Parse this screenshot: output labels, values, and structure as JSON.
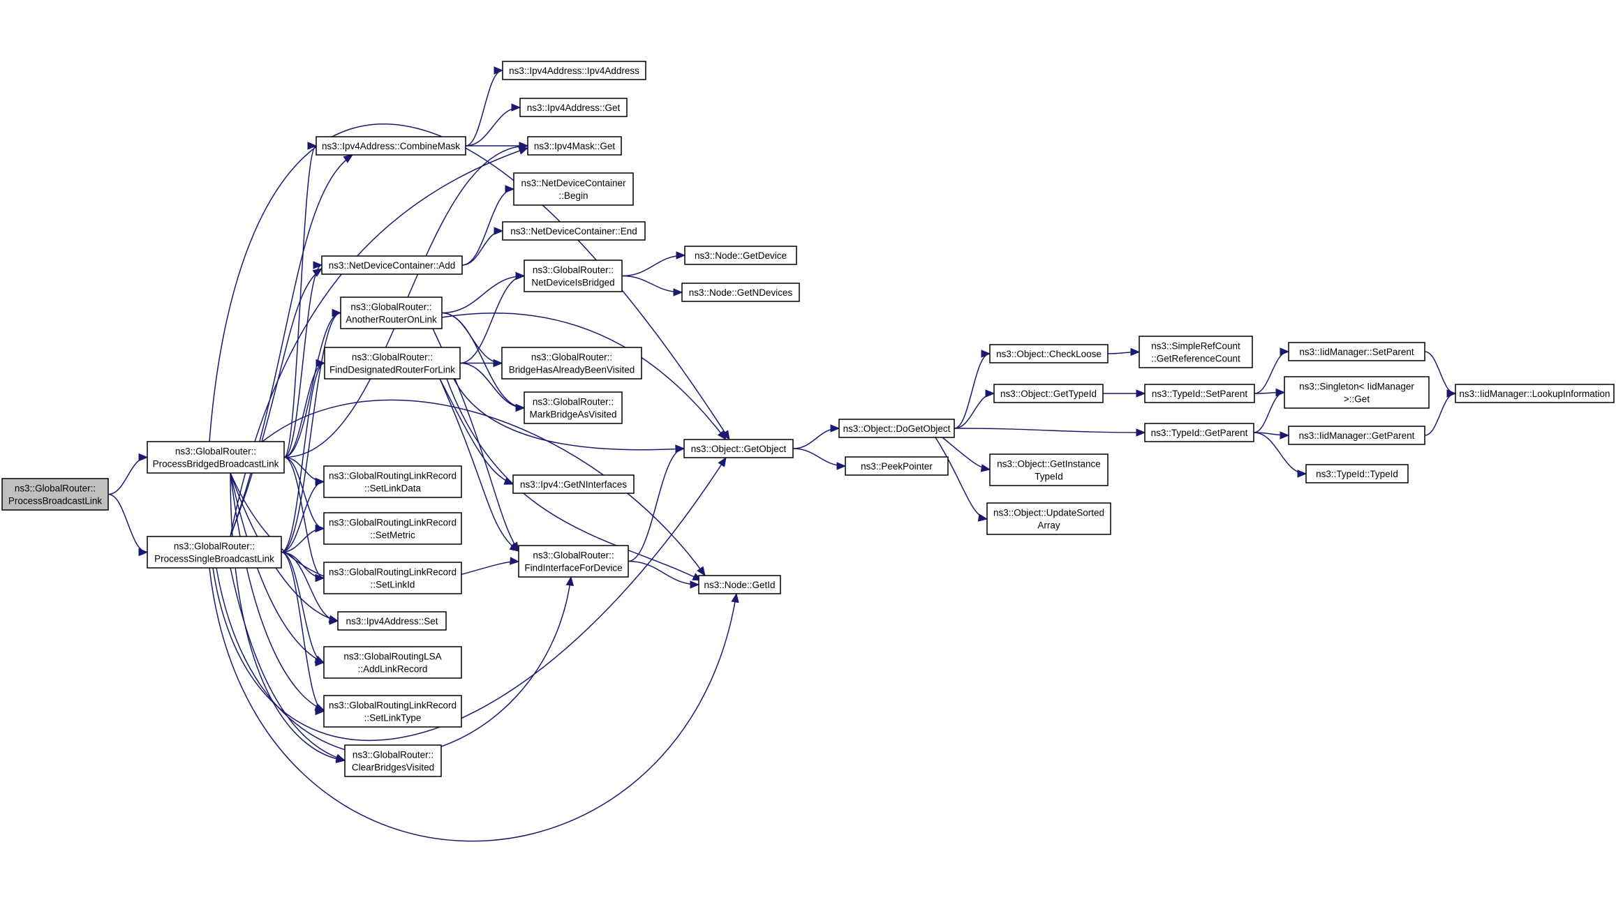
{
  "root": "n_root",
  "colors": {
    "edge": "#191970",
    "root_fill": "#bfbfbf",
    "node_fill": "#ffffff",
    "border": "#000000"
  },
  "nodes": [
    {
      "id": "n_root",
      "lines": [
        "ns3::GlobalRouter::",
        "ProcessBroadcastLink"
      ]
    },
    {
      "id": "n_pbbl",
      "lines": [
        "ns3::GlobalRouter::",
        "ProcessBridgedBroadcastLink"
      ]
    },
    {
      "id": "n_psbl",
      "lines": [
        "ns3::GlobalRouter::",
        "ProcessSingleBroadcastLink"
      ]
    },
    {
      "id": "n_ipv4_ctor",
      "lines": [
        "ns3::Ipv4Address::Ipv4Address"
      ]
    },
    {
      "id": "n_ipv4_get",
      "lines": [
        "ns3::Ipv4Address::Get"
      ]
    },
    {
      "id": "n_combine",
      "lines": [
        "ns3::Ipv4Address::CombineMask"
      ]
    },
    {
      "id": "n_mask_get",
      "lines": [
        "ns3::Ipv4Mask::Get"
      ]
    },
    {
      "id": "n_ndc_begin",
      "lines": [
        "ns3::NetDeviceContainer",
        "::Begin"
      ]
    },
    {
      "id": "n_ndc_end",
      "lines": [
        "ns3::NetDeviceContainer::End"
      ]
    },
    {
      "id": "n_ndc_add",
      "lines": [
        "ns3::NetDeviceContainer::Add"
      ]
    },
    {
      "id": "n_netdev_bridged",
      "lines": [
        "ns3::GlobalRouter::",
        "NetDeviceIsBridged"
      ]
    },
    {
      "id": "n_node_getdevice",
      "lines": [
        "ns3::Node::GetDevice"
      ]
    },
    {
      "id": "n_node_getndevices",
      "lines": [
        "ns3::Node::GetNDevices"
      ]
    },
    {
      "id": "n_another",
      "lines": [
        "ns3::GlobalRouter::",
        "AnotherRouterOnLink"
      ]
    },
    {
      "id": "n_finddr",
      "lines": [
        "ns3::GlobalRouter::",
        "FindDesignatedRouterForLink"
      ]
    },
    {
      "id": "n_bridge_visited",
      "lines": [
        "ns3::GlobalRouter::",
        "BridgeHasAlreadyBeenVisited"
      ]
    },
    {
      "id": "n_mark_bridge",
      "lines": [
        "ns3::GlobalRouter::",
        "MarkBridgeAsVisited"
      ]
    },
    {
      "id": "n_getobject",
      "lines": [
        "ns3::Object::GetObject"
      ]
    },
    {
      "id": "n_getnif",
      "lines": [
        "ns3::Ipv4::GetNInterfaces"
      ]
    },
    {
      "id": "n_set_linkdata",
      "lines": [
        "ns3::GlobalRoutingLinkRecord",
        "::SetLinkData"
      ]
    },
    {
      "id": "n_set_metric",
      "lines": [
        "ns3::GlobalRoutingLinkRecord",
        "::SetMetric"
      ]
    },
    {
      "id": "n_set_linkid",
      "lines": [
        "ns3::GlobalRoutingLinkRecord",
        "::SetLinkId"
      ]
    },
    {
      "id": "n_findif",
      "lines": [
        "ns3::GlobalRouter::",
        "FindInterfaceForDevice"
      ]
    },
    {
      "id": "n_node_getid",
      "lines": [
        "ns3::Node::GetId"
      ]
    },
    {
      "id": "n_ipv4_set",
      "lines": [
        "ns3::Ipv4Address::Set"
      ]
    },
    {
      "id": "n_addlink",
      "lines": [
        "ns3::GlobalRoutingLSA",
        "::AddLinkRecord"
      ]
    },
    {
      "id": "n_set_linktype",
      "lines": [
        "ns3::GlobalRoutingLinkRecord",
        "::SetLinkType"
      ]
    },
    {
      "id": "n_clear_bridges",
      "lines": [
        "ns3::GlobalRouter::",
        "ClearBridgesVisited"
      ]
    },
    {
      "id": "n_dogetobject",
      "lines": [
        "ns3::Object::DoGetObject"
      ]
    },
    {
      "id": "n_peekpointer",
      "lines": [
        "ns3::PeekPointer"
      ]
    },
    {
      "id": "n_checkloose",
      "lines": [
        "ns3::Object::CheckLoose"
      ]
    },
    {
      "id": "n_gettypeid",
      "lines": [
        "ns3::Object::GetTypeId"
      ]
    },
    {
      "id": "n_getinstancetypeid",
      "lines": [
        "ns3::Object::GetInstance",
        "TypeId"
      ]
    },
    {
      "id": "n_updatesorted",
      "lines": [
        "ns3::Object::UpdateSorted",
        "Array"
      ]
    },
    {
      "id": "n_getrefcount",
      "lines": [
        "ns3::SimpleRefCount",
        "::GetReferenceCount"
      ]
    },
    {
      "id": "n_typeid_setparent",
      "lines": [
        "ns3::TypeId::SetParent"
      ]
    },
    {
      "id": "n_typeid_getparent",
      "lines": [
        "ns3::TypeId::GetParent"
      ]
    },
    {
      "id": "n_iid_setparent",
      "lines": [
        "ns3::IidManager::SetParent"
      ]
    },
    {
      "id": "n_singleton_get",
      "lines": [
        "ns3::Singleton< IidManager",
        ">::Get"
      ]
    },
    {
      "id": "n_iid_getparent",
      "lines": [
        "ns3::IidManager::GetParent"
      ]
    },
    {
      "id": "n_typeid_ctor",
      "lines": [
        "ns3::TypeId::TypeId"
      ]
    },
    {
      "id": "n_iid_lookup",
      "lines": [
        "ns3::IidManager::LookupInformation"
      ]
    }
  ],
  "edges": [
    [
      "n_root",
      "n_pbbl"
    ],
    [
      "n_root",
      "n_psbl"
    ],
    [
      "n_pbbl",
      "n_combine"
    ],
    [
      "n_pbbl",
      "n_mask_get"
    ],
    [
      "n_pbbl",
      "n_ndc_add"
    ],
    [
      "n_pbbl",
      "n_another"
    ],
    [
      "n_pbbl",
      "n_finddr"
    ],
    [
      "n_pbbl",
      "n_getobject"
    ],
    [
      "n_pbbl",
      "n_set_linkdata"
    ],
    [
      "n_pbbl",
      "n_set_metric"
    ],
    [
      "n_pbbl",
      "n_set_linkid"
    ],
    [
      "n_pbbl",
      "n_findif"
    ],
    [
      "n_pbbl",
      "n_node_getid"
    ],
    [
      "n_pbbl",
      "n_ipv4_set"
    ],
    [
      "n_pbbl",
      "n_addlink"
    ],
    [
      "n_pbbl",
      "n_set_linktype"
    ],
    [
      "n_pbbl",
      "n_clear_bridges"
    ],
    [
      "n_psbl",
      "n_combine"
    ],
    [
      "n_psbl",
      "n_mask_get"
    ],
    [
      "n_psbl",
      "n_ndc_add"
    ],
    [
      "n_psbl",
      "n_another"
    ],
    [
      "n_psbl",
      "n_finddr"
    ],
    [
      "n_psbl",
      "n_getobject"
    ],
    [
      "n_psbl",
      "n_set_linkdata"
    ],
    [
      "n_psbl",
      "n_set_metric"
    ],
    [
      "n_psbl",
      "n_set_linkid"
    ],
    [
      "n_psbl",
      "n_findif"
    ],
    [
      "n_psbl",
      "n_node_getid"
    ],
    [
      "n_psbl",
      "n_ipv4_set"
    ],
    [
      "n_psbl",
      "n_addlink"
    ],
    [
      "n_psbl",
      "n_set_linktype"
    ],
    [
      "n_psbl",
      "n_clear_bridges"
    ],
    [
      "n_combine",
      "n_ipv4_ctor"
    ],
    [
      "n_combine",
      "n_ipv4_get"
    ],
    [
      "n_combine",
      "n_mask_get"
    ],
    [
      "n_ndc_add",
      "n_ndc_begin"
    ],
    [
      "n_ndc_add",
      "n_ndc_end"
    ],
    [
      "n_another",
      "n_netdev_bridged"
    ],
    [
      "n_another",
      "n_bridge_visited"
    ],
    [
      "n_another",
      "n_mark_bridge"
    ],
    [
      "n_another",
      "n_getobject"
    ],
    [
      "n_another",
      "n_findif"
    ],
    [
      "n_finddr",
      "n_netdev_bridged"
    ],
    [
      "n_finddr",
      "n_bridge_visited"
    ],
    [
      "n_finddr",
      "n_mark_bridge"
    ],
    [
      "n_finddr",
      "n_getobject"
    ],
    [
      "n_finddr",
      "n_getnif"
    ],
    [
      "n_finddr",
      "n_findif"
    ],
    [
      "n_finddr",
      "n_node_getid"
    ],
    [
      "n_netdev_bridged",
      "n_node_getdevice"
    ],
    [
      "n_netdev_bridged",
      "n_node_getndevices"
    ],
    [
      "n_findif",
      "n_getobject"
    ],
    [
      "n_findif",
      "n_node_getid"
    ],
    [
      "n_getobject",
      "n_dogetobject"
    ],
    [
      "n_getobject",
      "n_peekpointer"
    ],
    [
      "n_dogetobject",
      "n_checkloose"
    ],
    [
      "n_dogetobject",
      "n_gettypeid"
    ],
    [
      "n_dogetobject",
      "n_getinstancetypeid"
    ],
    [
      "n_dogetobject",
      "n_updatesorted"
    ],
    [
      "n_dogetobject",
      "n_typeid_getparent"
    ],
    [
      "n_checkloose",
      "n_getrefcount"
    ],
    [
      "n_gettypeid",
      "n_typeid_setparent"
    ],
    [
      "n_typeid_setparent",
      "n_iid_setparent"
    ],
    [
      "n_typeid_setparent",
      "n_singleton_get"
    ],
    [
      "n_typeid_getparent",
      "n_singleton_get"
    ],
    [
      "n_typeid_getparent",
      "n_iid_getparent"
    ],
    [
      "n_typeid_getparent",
      "n_typeid_ctor"
    ],
    [
      "n_iid_setparent",
      "n_iid_lookup"
    ],
    [
      "n_iid_getparent",
      "n_iid_lookup"
    ]
  ]
}
